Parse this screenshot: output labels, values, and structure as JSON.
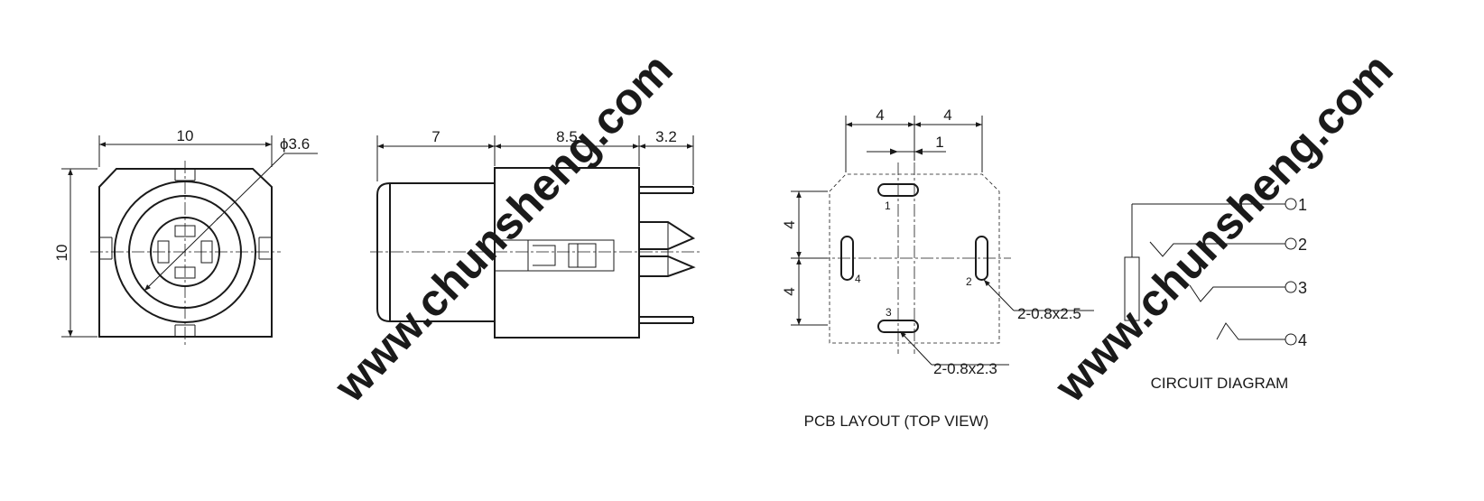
{
  "watermarks": {
    "left": "www.chunsheng.com",
    "right": "www.chunsheng.com"
  },
  "front_view": {
    "width_dim": "10",
    "height_dim": "10",
    "hole_dim": "ϕ3.6"
  },
  "side_view": {
    "dim_body_front": "7",
    "dim_body_rear": "8.5",
    "dim_pins": "3.2"
  },
  "pcb_layout": {
    "dim_left": "4",
    "dim_right": "4",
    "dim_offset": "1",
    "dim_upper": "4",
    "dim_lower": "4",
    "pin_labels": [
      "1",
      "2",
      "3",
      "4"
    ],
    "callout_side": "2-0.8x2.5",
    "callout_bottom": "2-0.8x2.3",
    "caption": "PCB LAYOUT (TOP VIEW)"
  },
  "circuit": {
    "terminals": [
      "O1",
      "O2",
      "O3",
      "O4"
    ],
    "caption": "CIRCUIT DIAGRAM"
  }
}
